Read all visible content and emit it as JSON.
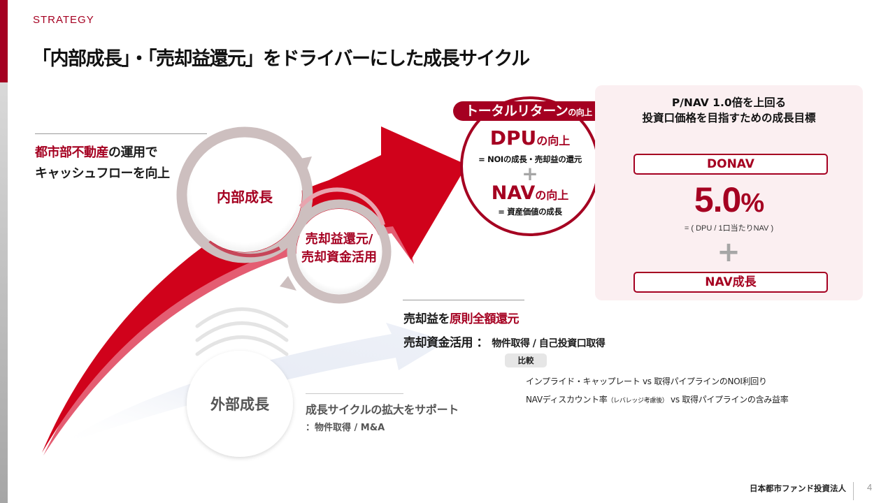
{
  "header": {
    "section_label": "STRATEGY",
    "title": "「内部成長」・「売却益還元」をドライバーにした成長サイクル"
  },
  "left_note": {
    "line1_highlight": "都市部不動産",
    "line1_rest": "の運用で",
    "line2": "キャッシュフローを向上"
  },
  "cycle": {
    "internal_growth": "内部成長",
    "sale_return_line1": "売却益還元/",
    "sale_return_line2": "売却資金活用",
    "external_growth": "外部成長"
  },
  "total_return": {
    "badge_main": "トータルリターン",
    "badge_suffix": "の向上",
    "dpu_main": "DPU",
    "dpu_suffix": "の向上",
    "dpu_sub": "= NOIの成長・売却益の還元",
    "plus": "+",
    "nav_main": "NAV",
    "nav_suffix": "の向上",
    "nav_sub": "= 資産価値の成長"
  },
  "target_panel": {
    "title_line1": "P/NAV 1.0倍を上回る",
    "title_line2": "投資口価格を目指すための成長目標",
    "donav_label": "DONAV",
    "donav_value": "5.0",
    "donav_unit": "%",
    "donav_formula": "= ( DPU / 1口当たりNAV )",
    "plus": "+",
    "nav_growth_label": "NAV成長"
  },
  "sale_policy": {
    "line1_prefix": "売却益を",
    "line1_highlight": "原則全額還元",
    "line2_prefix": "売却資金活用 ：",
    "line2_detail": "物件取得 / 自己投資口取得",
    "compare_tag": "比較",
    "compare_items": [
      {
        "text": "インプライド・キャップレート  vs  取得パイプラインのNOI利回り",
        "note": ""
      },
      {
        "text_before": "NAVディスカウント率",
        "note": "（レバレッジ考慮後）",
        "text_after": " vs  取得パイプラインの含み益率"
      }
    ]
  },
  "external": {
    "main": "成長サイクルの拡大をサポート",
    "sub": "：物件取得 / M&A"
  },
  "footer": {
    "organization": "日本都市ファンド投資法人",
    "page_number": "4"
  },
  "colors": {
    "brand_red": "#a50021",
    "arrow_red": "#d0021b",
    "panel_bg": "#fbeff1",
    "ring_gray": "#cdbfbf",
    "text_dark": "#111111"
  }
}
